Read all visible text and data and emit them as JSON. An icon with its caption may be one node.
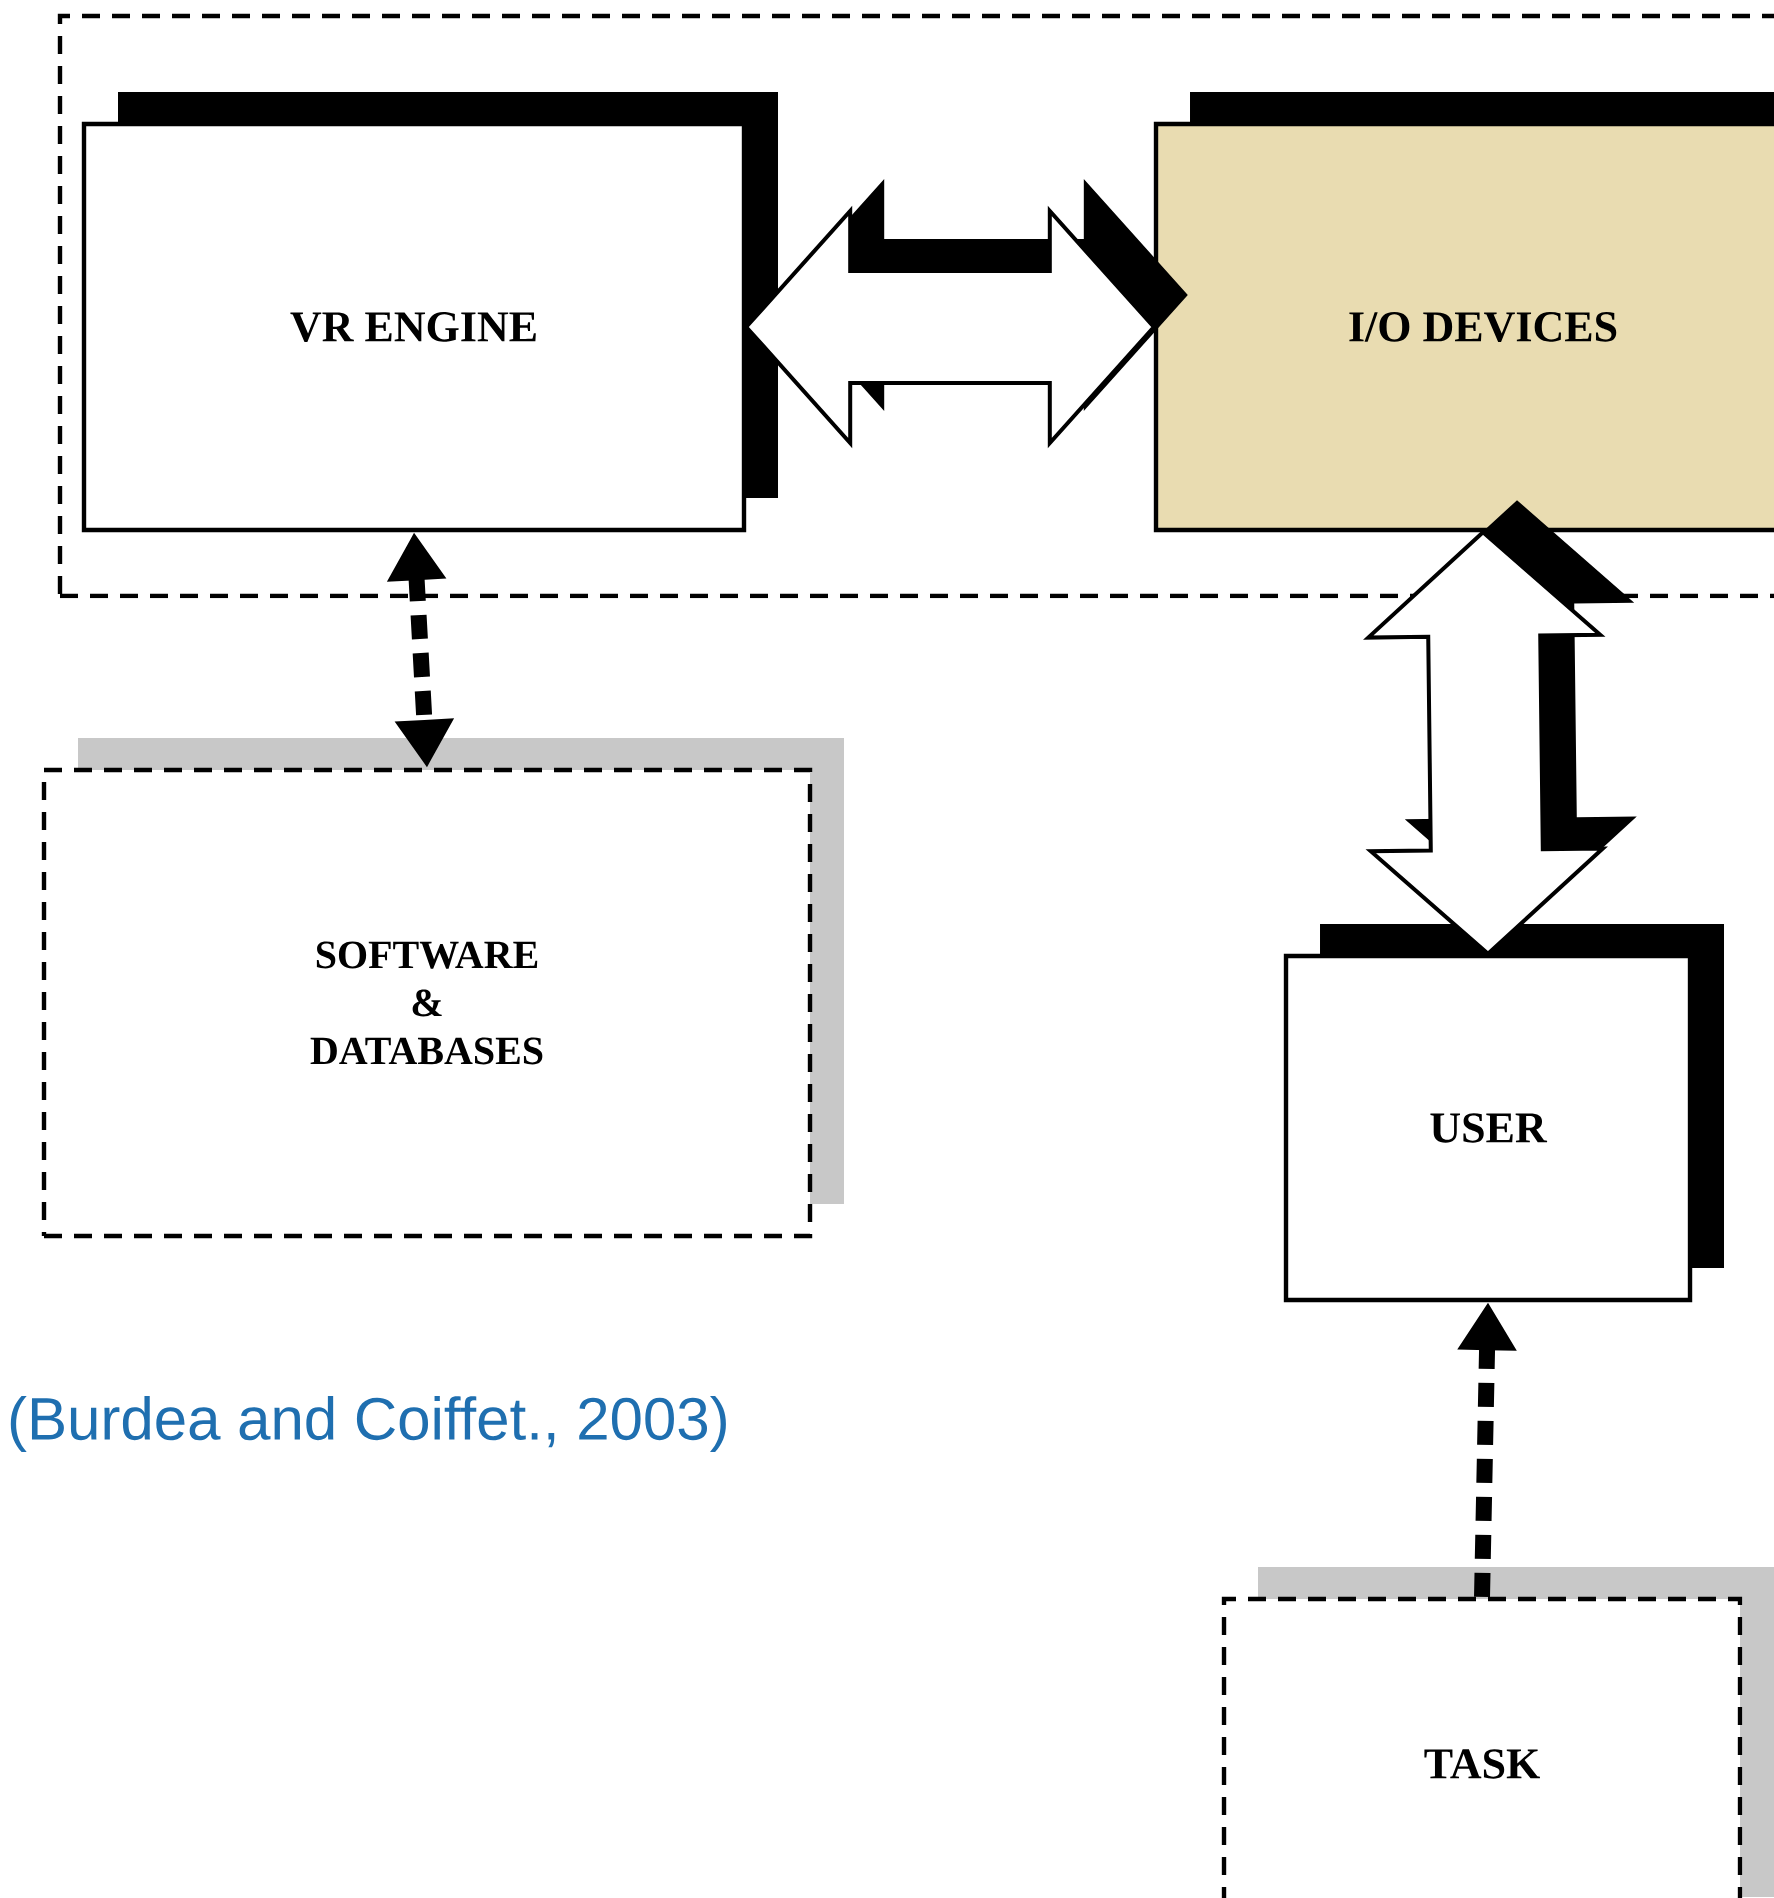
{
  "diagram": {
    "caption": "(Burdea and Coiffet., 2003)",
    "nodes": [
      {
        "text": [],
        "shape": "box"
      },
      {
        "text": [
          "VR ENGINE"
        ],
        "in": 0
      },
      {
        "text": [
          "I/O DEVICES"
        ],
        "in": 0
      },
      {
        "text": [
          "SOFTWARE & DATABASES"
        ]
      },
      {
        "text": [
          "USER"
        ]
      },
      {
        "text": [
          "TASK"
        ]
      }
    ],
    "edges": [
      {
        "from": 1,
        "to": 2,
        "arrow": "both"
      },
      {
        "from": 1,
        "to": 3,
        "arrow": "both",
        "style": "dashed"
      },
      {
        "from": 2,
        "to": 4,
        "arrow": "both"
      },
      {
        "from": 5,
        "to": 4,
        "arrow": "to",
        "style": "dashed"
      }
    ]
  }
}
